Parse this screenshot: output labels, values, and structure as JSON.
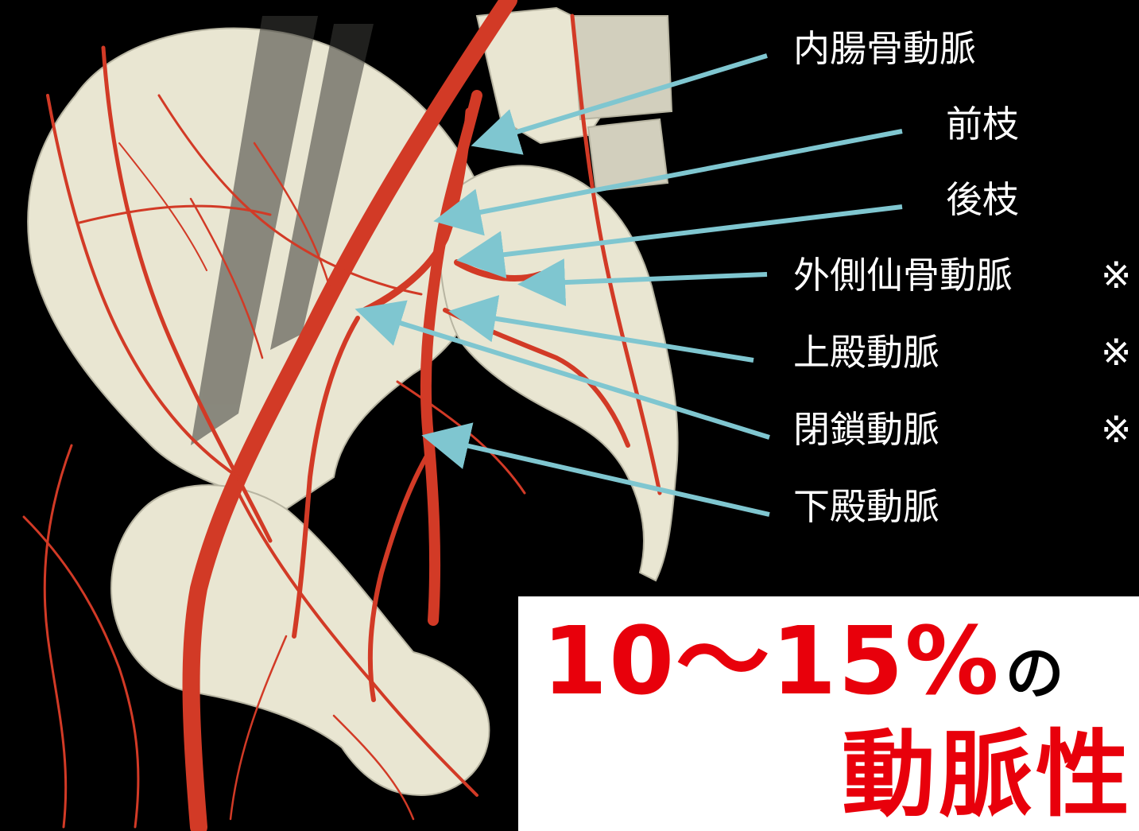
{
  "labels": {
    "internal_iliac": "内腸骨動脈",
    "anterior_branch": "前枝",
    "posterior_branch": "後枝",
    "lateral_sacral": "外側仙骨動脈",
    "superior_gluteal": "上殿動脈",
    "obturator": "閉鎖動脈",
    "inferior_gluteal": "下殿動脈"
  },
  "marks": {
    "lateral_sacral": "※",
    "superior_gluteal": "※",
    "obturator": "※"
  },
  "callout": {
    "percent": "10〜15%",
    "suffix": "の",
    "word": "動脈性"
  },
  "colors": {
    "background": "#000000",
    "bone": "#e9e6d2",
    "artery": "#d23a26",
    "pointer": "#7fc6d0",
    "accent": "#e8000b"
  }
}
